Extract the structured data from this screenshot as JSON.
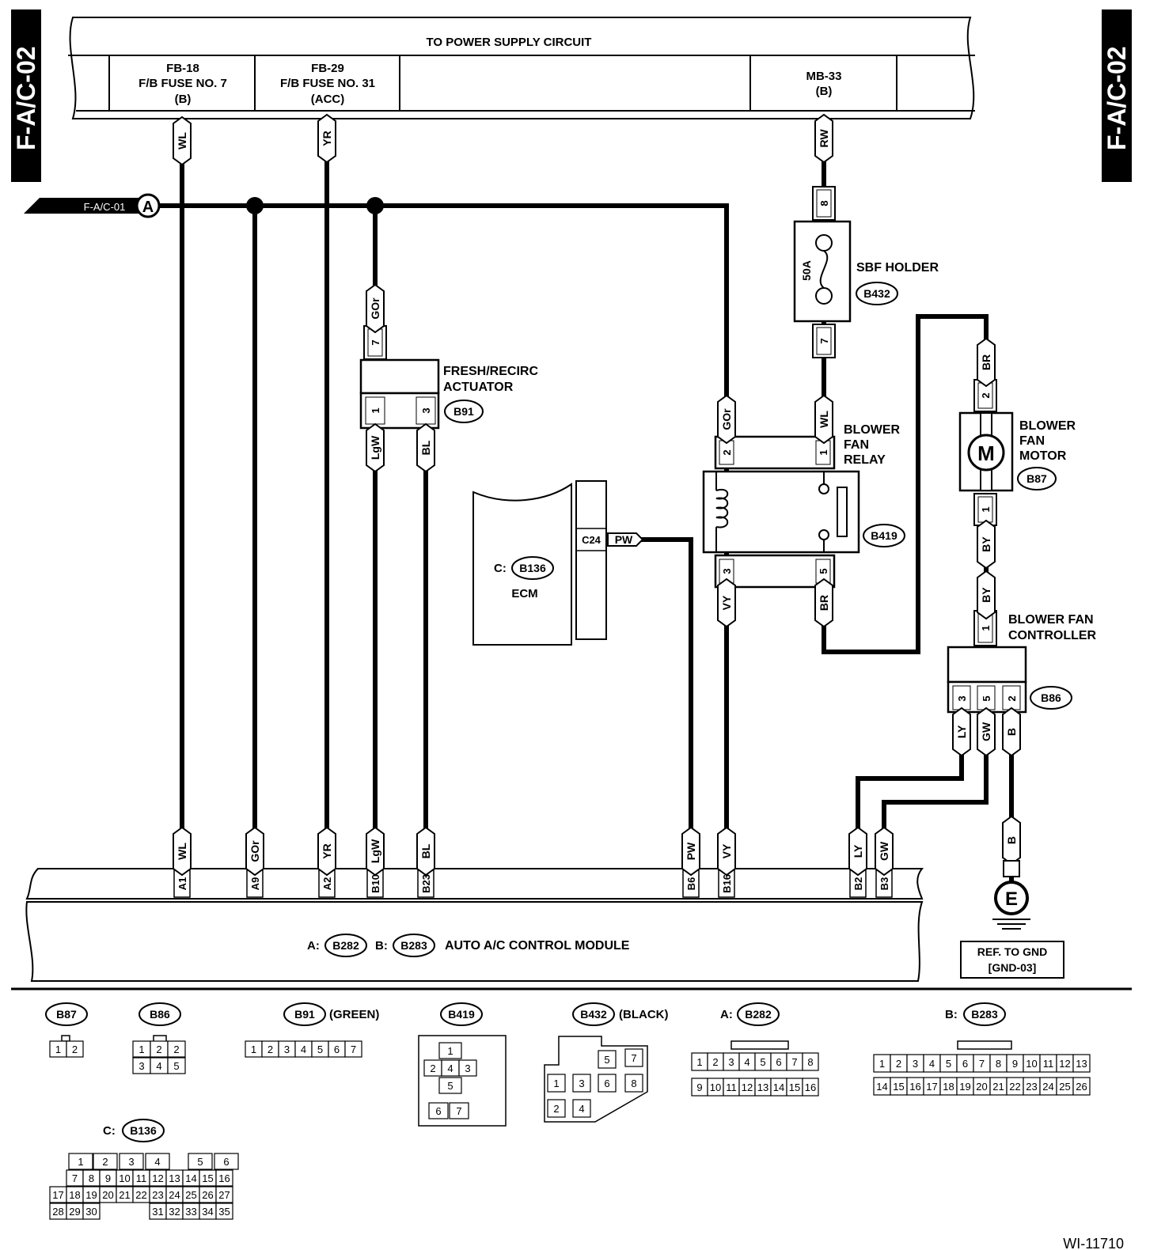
{
  "side_tabs": {
    "left": "F-A/C-02",
    "right": "F-A/C-02"
  },
  "power_supply": {
    "title": "TO POWER SUPPLY CIRCUIT",
    "fb18": [
      "FB-18",
      "F/B FUSE NO. 7",
      "(B)"
    ],
    "fb29": [
      "FB-29",
      "F/B FUSE NO. 31",
      "(ACC)"
    ],
    "mb33": [
      "MB-33",
      "(B)"
    ]
  },
  "ref_flag": {
    "label": "F-A/C-01",
    "letter": "A"
  },
  "wires": {
    "wl": "WL",
    "yr": "YR",
    "rw": "RW",
    "gor": "GOr",
    "lgw": "LgW",
    "bl": "BL",
    "br": "BR",
    "by": "BY",
    "pw": "PW",
    "vy": "VY",
    "ly": "LY",
    "gw": "GW",
    "b": "B"
  },
  "sbf_holder": {
    "name": "SBF HOLDER",
    "code": "B432",
    "rating": "50A",
    "pin_top": "8",
    "pin_bottom": "7"
  },
  "fresh_recirc": {
    "name_line1": "FRESH/RECIRC",
    "name_line2": "ACTUATOR",
    "code": "B91",
    "pin_top": "7",
    "pin_left": "1",
    "pin_right": "3"
  },
  "blower_relay": {
    "name_line1": "BLOWER",
    "name_line2": "FAN",
    "name_line3": "RELAY",
    "code": "B419",
    "pins": [
      "2",
      "1",
      "3",
      "5"
    ]
  },
  "blower_motor": {
    "name_line1": "BLOWER",
    "name_line2": "FAN",
    "name_line3": "MOTOR",
    "code": "B87",
    "symbol": "M",
    "pin_top": "2",
    "pin_bottom": "1"
  },
  "blower_controller": {
    "name_line1": "BLOWER FAN",
    "name_line2": "CONTROLLER",
    "code": "B86",
    "pin_top": "1",
    "pins_bottom": [
      "3",
      "5",
      "2"
    ]
  },
  "ecm": {
    "prefix": "C:",
    "code": "B136",
    "name": "ECM",
    "pin": "C24"
  },
  "control_module": {
    "prefix_a": "A:",
    "code_a": "B282",
    "prefix_b": "B:",
    "code_b": "B283",
    "name": "AUTO A/C CONTROL MODULE",
    "pins": [
      "A1",
      "A9",
      "A2",
      "B10",
      "B23",
      "B6",
      "B16",
      "B2",
      "B3"
    ]
  },
  "ground": {
    "symbol": "E",
    "line1": "REF. TO GND",
    "line2": "[GND-03]"
  },
  "connectors": {
    "b87": {
      "code": "B87",
      "pins": [
        "1",
        "2"
      ]
    },
    "b86": {
      "code": "B86",
      "row1": [
        "1",
        "2"
      ],
      "row2": [
        "3",
        "4",
        "5"
      ]
    },
    "b91": {
      "code": "B91",
      "color": "(GREEN)",
      "pins": [
        "1",
        "2",
        "3",
        "4",
        "5",
        "6",
        "7"
      ]
    },
    "b419": {
      "code": "B419",
      "pins": [
        "1",
        "2",
        "4",
        "3",
        "5",
        "6",
        "7"
      ]
    },
    "b432": {
      "code": "B432",
      "color": "(BLACK)",
      "pins": [
        "5",
        "7",
        "1",
        "3",
        "6",
        "8",
        "2",
        "4"
      ]
    },
    "b282": {
      "prefix": "A:",
      "code": "B282",
      "row1": [
        "1",
        "2",
        "3",
        "4",
        "5",
        "6",
        "7",
        "8"
      ],
      "row2": [
        "9",
        "10",
        "11",
        "12",
        "13",
        "14",
        "15",
        "16"
      ]
    },
    "b283": {
      "prefix": "B:",
      "code": "B283",
      "row1": [
        "1",
        "2",
        "3",
        "4",
        "5",
        "6",
        "7",
        "8",
        "9",
        "10",
        "11",
        "12",
        "13"
      ],
      "row2": [
        "14",
        "15",
        "16",
        "17",
        "18",
        "19",
        "20",
        "21",
        "22",
        "23",
        "24",
        "25",
        "26"
      ]
    },
    "b136": {
      "prefix": "C:",
      "code": "B136",
      "row1": [
        "1",
        "2",
        "3",
        "4",
        "",
        "5",
        "6"
      ],
      "row2": [
        "7",
        "8",
        "9",
        "10",
        "11",
        "12",
        "13",
        "14",
        "15",
        "16"
      ],
      "row3": [
        "17",
        "18",
        "19",
        "20",
        "21",
        "22",
        "23",
        "24",
        "25",
        "26",
        "27"
      ],
      "row4": [
        "28",
        "29",
        "30",
        "31",
        "32",
        "33",
        "34",
        "35"
      ]
    }
  },
  "figure_id": "WI-11710"
}
